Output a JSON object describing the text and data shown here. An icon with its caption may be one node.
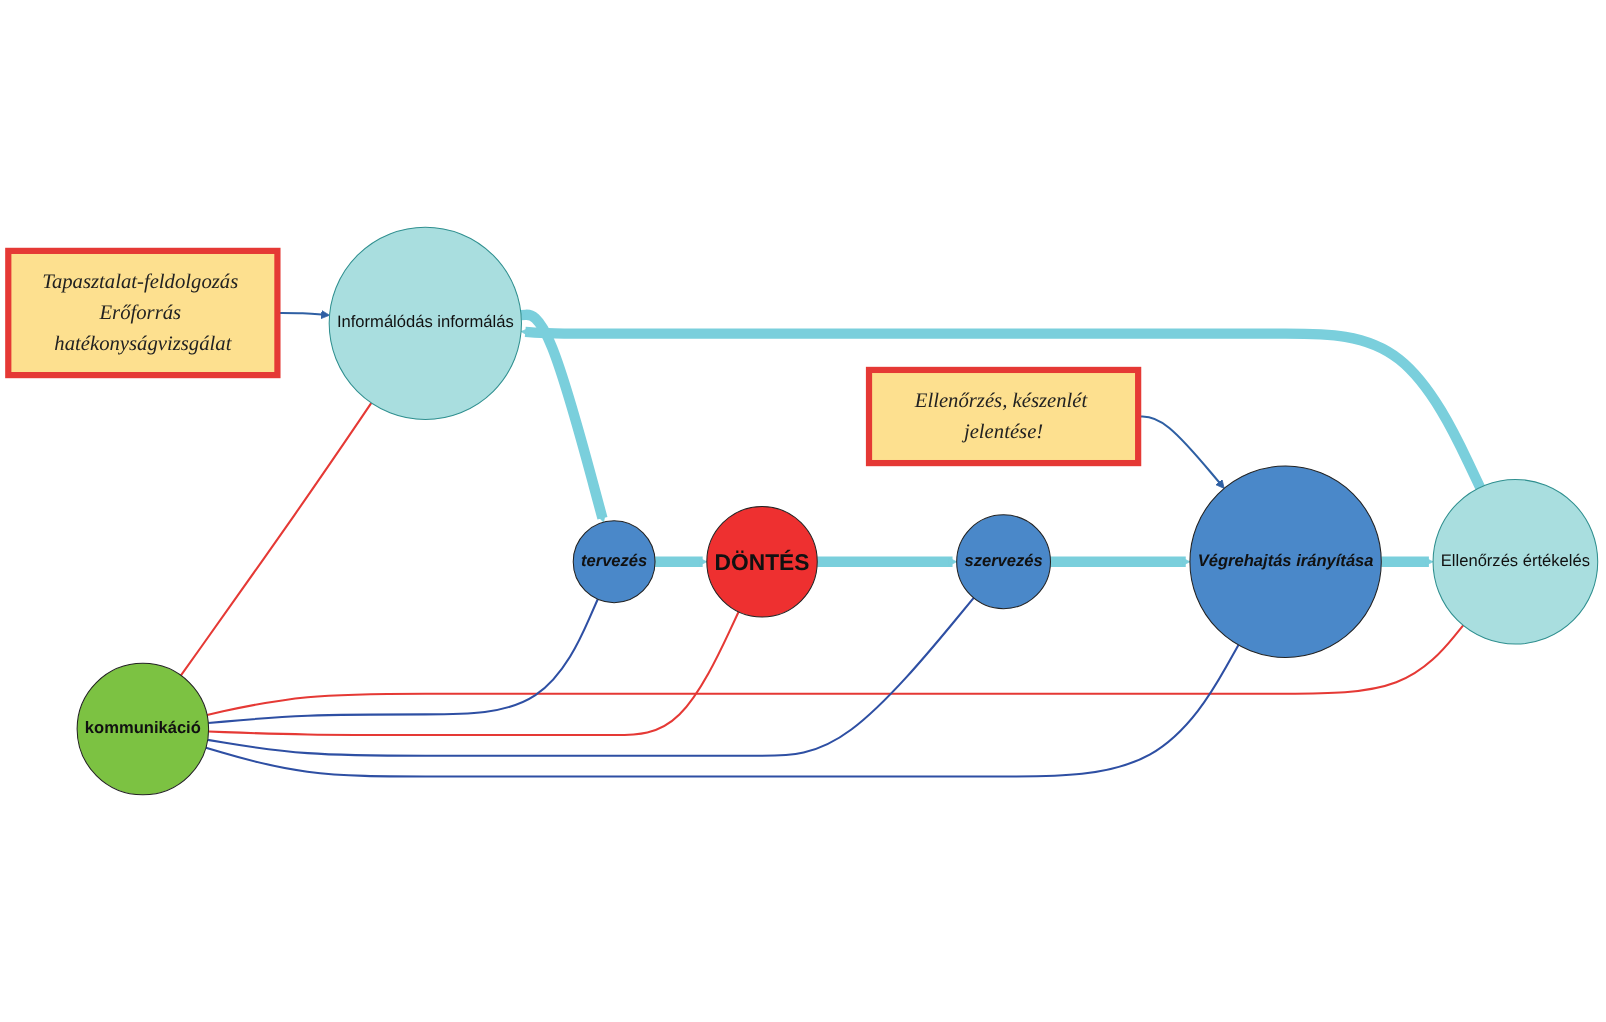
{
  "diagram": {
    "nodes": [
      {
        "text": [
          "Tapasztalat-feldolgozás Erőforrás hatékonyságvizsgálat"
        ]
      },
      {
        "text": [
          "Informálódás informálás"
        ]
      },
      {
        "text": [
          "Ellenőrzés értékelés"
        ]
      },
      {
        "text": [
          "tervezés"
        ]
      },
      {
        "text": [
          "kommunikáció"
        ]
      },
      {
        "text": [
          "Végrehajtás irányítása"
        ]
      },
      {
        "text": [
          "DÖNTÉS"
        ]
      },
      {
        "text": [
          "szervezés"
        ]
      },
      {
        "text": [
          "Ellenőrzés, készenlét jelentése!"
        ]
      }
    ],
    "edges": [
      {
        "from": 0,
        "to": 1,
        "arrow": "to",
        "color": "#2e5fa3"
      },
      {
        "from": 2,
        "to": 1,
        "arrow": "to",
        "style": "thick",
        "color": "#7acfdc"
      },
      {
        "from": 1,
        "to": 3,
        "arrow": "to",
        "style": "thick",
        "color": "#7acfdc"
      },
      {
        "from": 3,
        "to": 6,
        "arrow": "to",
        "style": "thick",
        "color": "#7acfdc"
      },
      {
        "from": 6,
        "to": 7,
        "arrow": "to",
        "style": "thick",
        "color": "#7acfdc"
      },
      {
        "from": 7,
        "to": 5,
        "arrow": "to",
        "style": "thick",
        "color": "#7acfdc"
      },
      {
        "from": 5,
        "to": 2,
        "arrow": "to",
        "style": "thick",
        "color": "#7acfdc"
      },
      {
        "from": 8,
        "to": 5,
        "arrow": "to",
        "color": "#2e5fa3"
      },
      {
        "from": 4,
        "to": 1,
        "arrow": "none",
        "color": "#e53935"
      },
      {
        "from": 4,
        "to": 2,
        "arrow": "none",
        "color": "#e53935"
      },
      {
        "from": 4,
        "to": 3,
        "arrow": "none",
        "color": "#2e4fa3"
      },
      {
        "from": 4,
        "to": 6,
        "arrow": "none",
        "color": "#e53935"
      },
      {
        "from": 4,
        "to": 7,
        "arrow": "none",
        "color": "#2e4fa3"
      },
      {
        "from": 4,
        "to": 5,
        "arrow": "none",
        "color": "#2e4fa3"
      }
    ]
  }
}
